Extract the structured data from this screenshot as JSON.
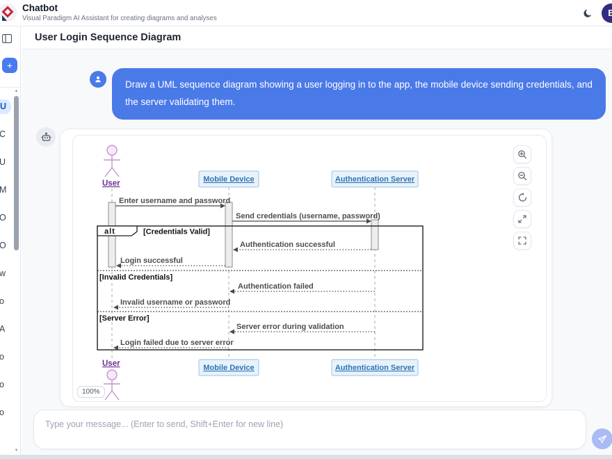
{
  "header": {
    "app_title": "Chatbot",
    "app_subtitle": "Visual Paradigm AI Assistant for creating diagrams and analyses",
    "avatar_initial": "B"
  },
  "sidebar": {
    "new_chat_label": "+",
    "item_fragments": [
      "U",
      "C",
      "U",
      "M",
      "O",
      "O",
      "w",
      "o",
      "A",
      "o",
      "o",
      "o"
    ]
  },
  "page": {
    "title": "User Login Sequence Diagram"
  },
  "chat": {
    "user_message": "Draw a UML sequence diagram showing a user logging in to the app, the mobile device sending credentials, and the server validating them."
  },
  "diagram": {
    "actor_top": "User",
    "actor_bottom": "User",
    "participant_mobile": "Mobile Device",
    "participant_server": "Authentication Server",
    "alt_label": "alt",
    "guard_valid": "[Credentials Valid]",
    "guard_invalid": "[Invalid Credentials]",
    "guard_error": "[Server Error]",
    "messages": [
      "Enter username and password",
      "Send credentials (username, password)",
      "Authentication successful",
      "Login successful",
      "Authentication failed",
      "Invalid username or password",
      "Server error during validation",
      "Login failed due to server error"
    ],
    "zoom_level": "100%"
  },
  "composer": {
    "placeholder": "Type your message... (Enter to send, Shift+Enter for new line)"
  },
  "colors": {
    "accent_blue": "#4a79e8",
    "new_chat_blue": "#4a7af0",
    "send_button": "#a9baf4",
    "avatar_indigo": "#312e81",
    "actor_purple": "#6b2d90",
    "participant_blue": "#2e74b5"
  }
}
